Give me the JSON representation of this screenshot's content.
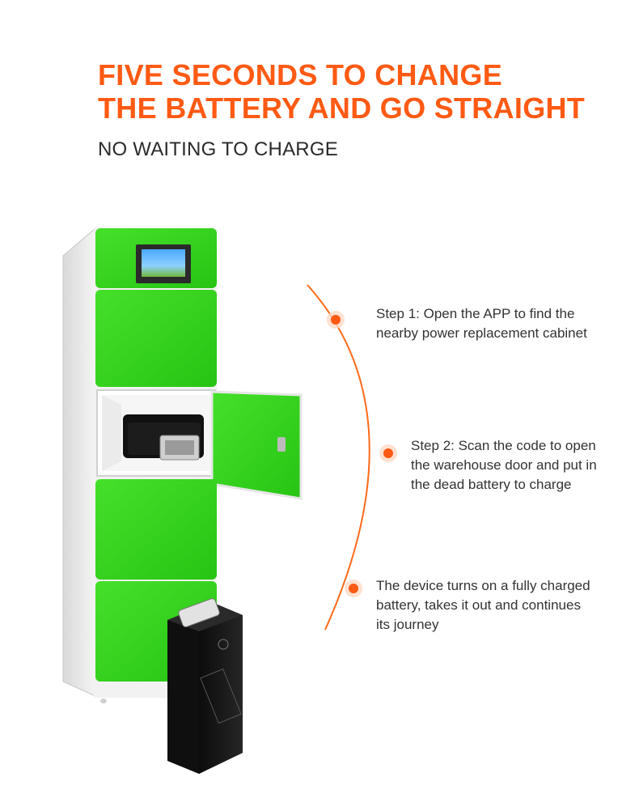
{
  "headline": {
    "line1": "FIVE SECONDS TO CHANGE",
    "line2": "THE BATTERY AND GO STRAIGHT",
    "color": "#ff5a14"
  },
  "subheadline": "NO WAITING TO CHARGE",
  "steps": [
    {
      "lines": [
        "Step 1: Open the APP to find the",
        "nearby power replacement cabinet"
      ]
    },
    {
      "lines": [
        "Step 2: Scan the code to open",
        "the warehouse door and put in",
        "the dead battery to charge"
      ]
    },
    {
      "lines": [
        "The device turns on a fully charged",
        "battery, takes it out and continues",
        "its journey"
      ]
    }
  ],
  "colors": {
    "cabinet_green": "#34d41d",
    "accent_orange": "#ff6a1a",
    "battery_black": "#151515"
  }
}
